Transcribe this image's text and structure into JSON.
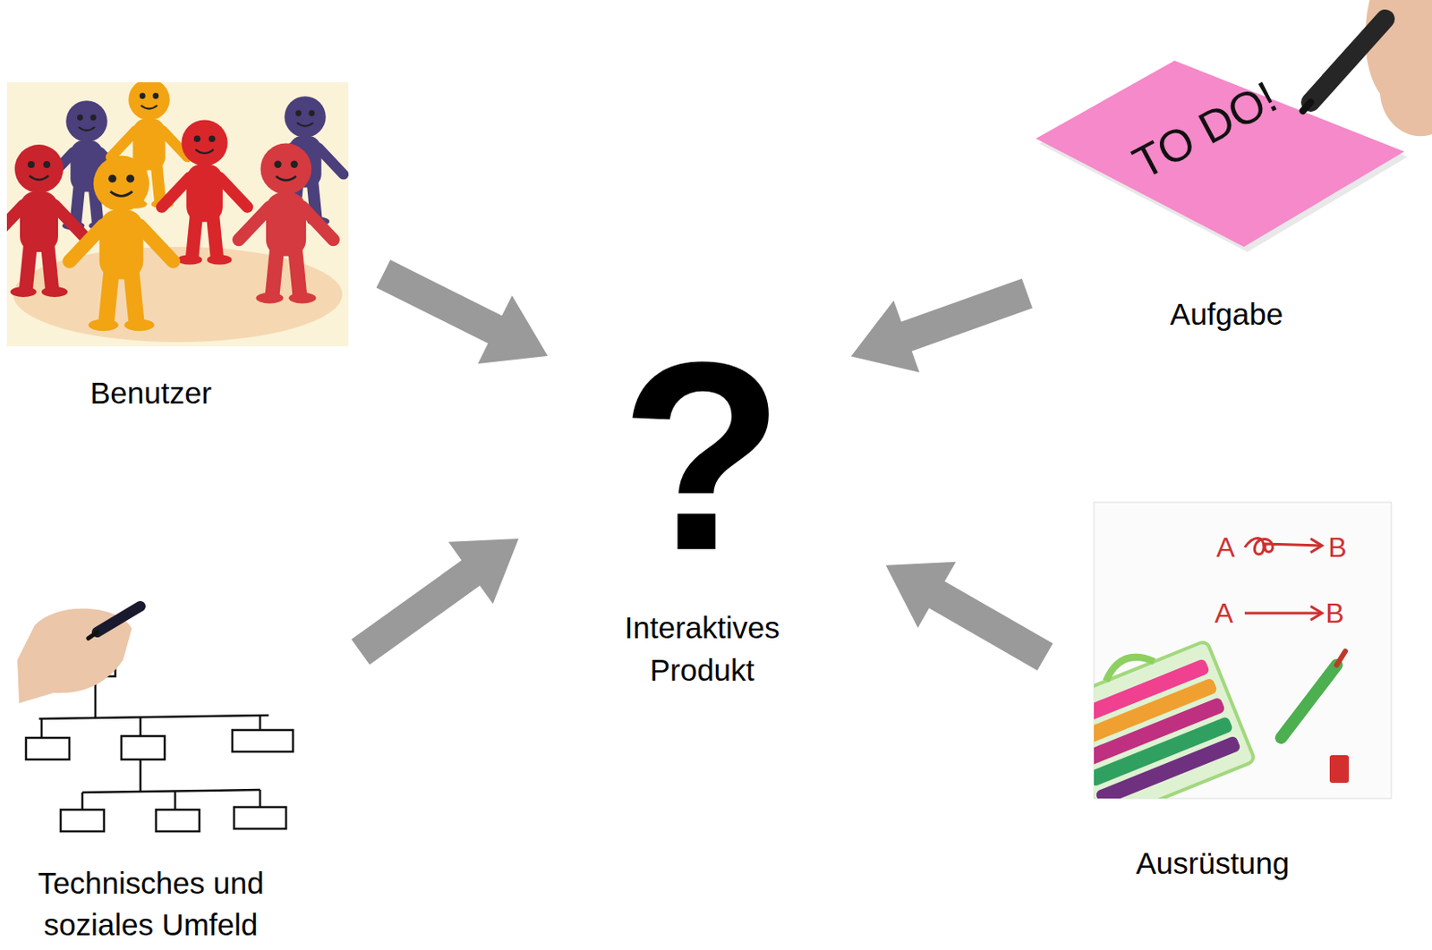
{
  "diagram": {
    "nodes": [
      {
        "text": [
          "Benutzer"
        ]
      },
      {
        "text": [
          "Aufgabe"
        ]
      },
      {
        "text": [
          "?",
          "Interaktives Produkt"
        ]
      },
      {
        "text": [
          "Technisches und soziales Umfeld"
        ]
      },
      {
        "text": [
          "Ausrüstung"
        ]
      }
    ],
    "edges": [
      {
        "from": 0,
        "to": 2,
        "arrow": "to"
      },
      {
        "from": 1,
        "to": 2,
        "arrow": "to"
      },
      {
        "from": 3,
        "to": 2,
        "arrow": "to"
      },
      {
        "from": 4,
        "to": 2,
        "arrow": "to"
      }
    ],
    "labels": [
      "TO DO!",
      "A",
      "B",
      "A",
      "B"
    ]
  }
}
